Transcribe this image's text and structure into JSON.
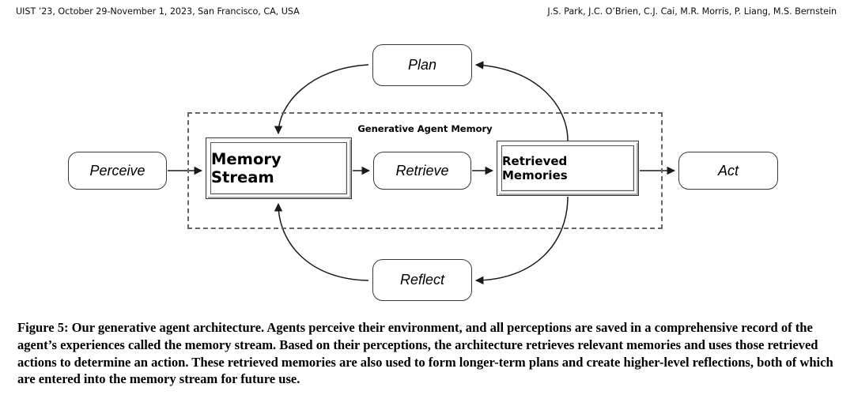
{
  "header": {
    "left": "UIST ’23, October 29-November 1, 2023, San Francisco, CA, USA",
    "right": "J.S. Park, J.C. O’Brien, C.J. Cai, M.R. Morris, P. Liang, M.S. Bernstein"
  },
  "figure": {
    "container_label": "Generative Agent Memory",
    "nodes": {
      "perceive": "Perceive",
      "memory_stream": "Memory Stream",
      "retrieve": "Retrieve",
      "retrieved_memories": "Retrieved Memories",
      "act": "Act",
      "plan": "Plan",
      "reflect": "Reflect"
    },
    "colors": {
      "stroke": "#3a3a3a",
      "dashed_border": "#666666",
      "bevel_light": "#f2f2f2",
      "bevel_dark": "#a9a9a9",
      "background": "#ffffff",
      "text": "#000000"
    },
    "edges": [
      {
        "from": "perceive",
        "to": "memory_stream",
        "style": "straight"
      },
      {
        "from": "memory_stream",
        "to": "retrieve",
        "style": "straight"
      },
      {
        "from": "retrieve",
        "to": "retrieved_memories",
        "style": "straight"
      },
      {
        "from": "retrieved_memories",
        "to": "act",
        "style": "straight"
      },
      {
        "from": "retrieved_memories",
        "to": "plan",
        "style": "curve"
      },
      {
        "from": "plan",
        "to": "memory_stream",
        "style": "curve"
      },
      {
        "from": "retrieved_memories",
        "to": "reflect",
        "style": "curve"
      },
      {
        "from": "reflect",
        "to": "memory_stream",
        "style": "curve"
      }
    ]
  },
  "caption": "Figure 5: Our generative agent architecture. Agents perceive their environment, and all perceptions are saved in a comprehensive record of the agent’s experiences called the memory stream. Based on their perceptions, the architecture retrieves relevant memories and uses those retrieved actions to determine an action. These retrieved memories are also used to form longer-term plans and create higher-level reflections, both of which are entered into the memory stream for future use."
}
